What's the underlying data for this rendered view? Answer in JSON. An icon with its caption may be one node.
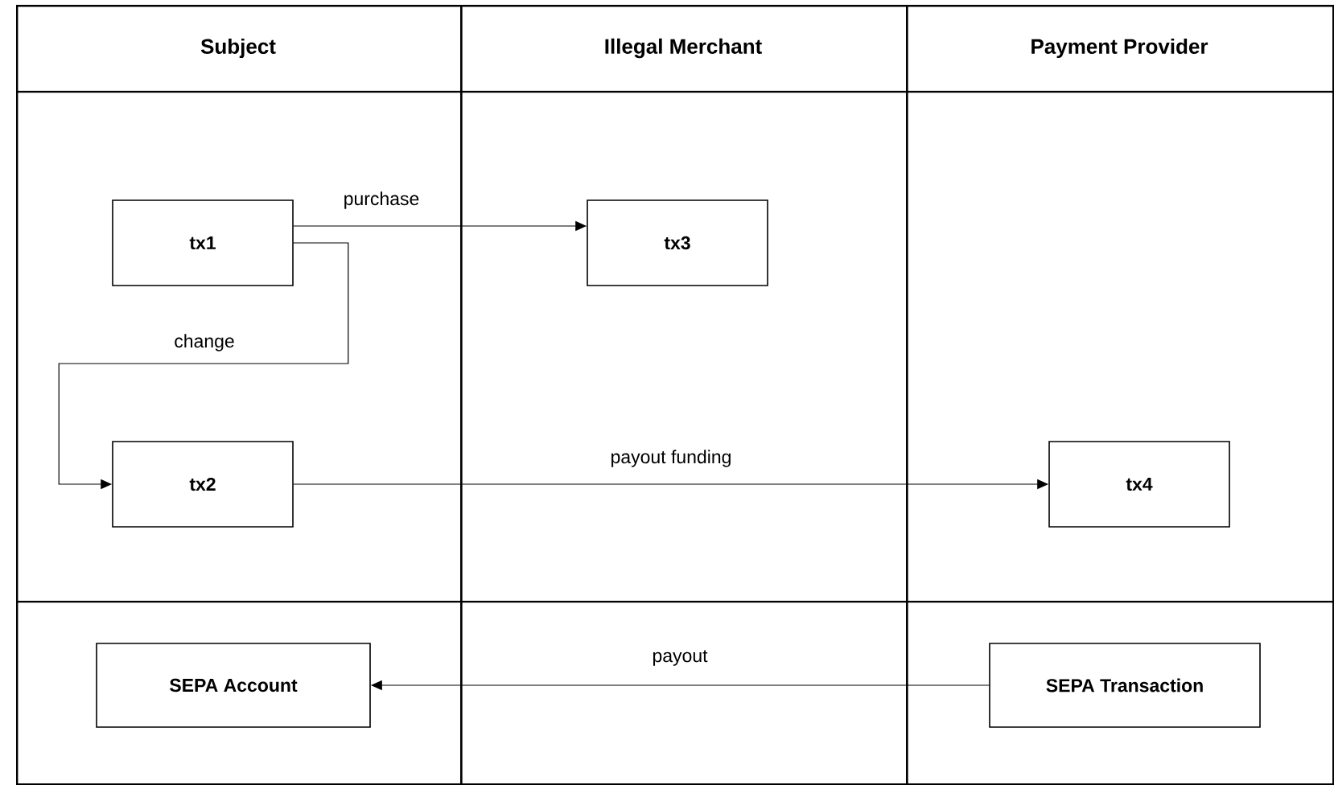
{
  "diagram": {
    "nodes": [
      {
        "text": [
          "Subject"
        ]
      },
      {
        "text": [
          "Illegal Merchant"
        ]
      },
      {
        "text": [
          "Payment Provider"
        ]
      },
      {
        "text": [
          "tx1"
        ],
        "in": 0
      },
      {
        "text": [
          "tx3"
        ],
        "in": 1
      },
      {
        "text": [
          "tx2"
        ],
        "in": 0
      },
      {
        "text": [
          "tx4"
        ],
        "in": 2
      },
      {
        "text": [
          "SEPA Account"
        ],
        "in": 0
      },
      {
        "text": [
          "SEPA Transaction"
        ],
        "in": 2
      }
    ],
    "edges": [
      {
        "from": 3,
        "to": 4,
        "label": "purchase",
        "arrow": "to"
      },
      {
        "from": 3,
        "to": 5,
        "label": "change",
        "arrow": "to"
      },
      {
        "from": 5,
        "to": 6,
        "label": "payout funding",
        "arrow": "to"
      },
      {
        "from": 8,
        "to": 7,
        "label": "payout",
        "arrow": "to"
      }
    ]
  }
}
